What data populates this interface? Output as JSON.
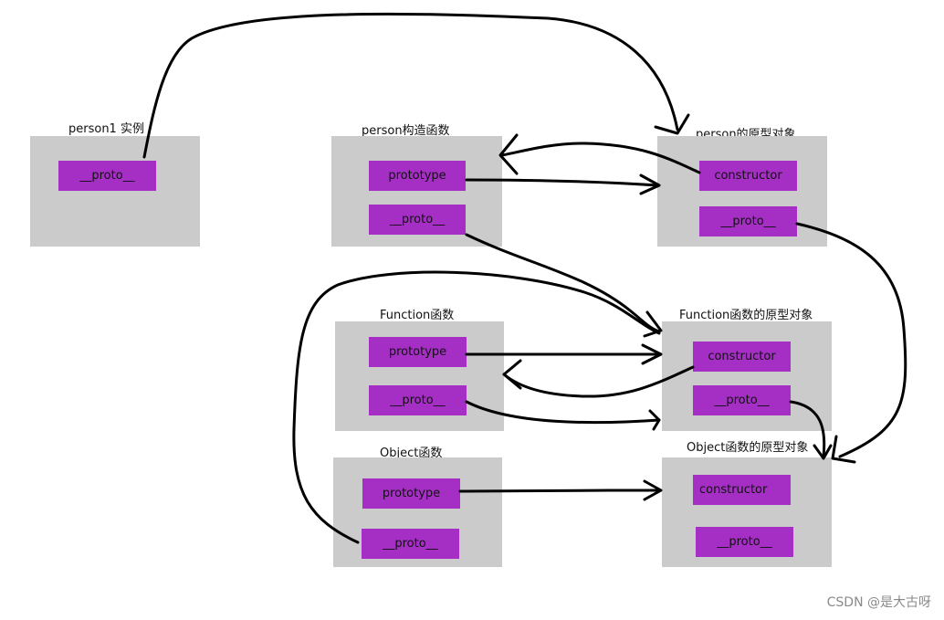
{
  "person1": {
    "title": "person1  实例",
    "proto": "__proto__"
  },
  "person_ctor": {
    "title": "person构造函数",
    "prototype": "prototype",
    "proto": "__proto__"
  },
  "person_proto_obj": {
    "title": "person的原型对象",
    "constructor": "constructor",
    "proto": "__proto__"
  },
  "function_ctor": {
    "title": "Function函数",
    "prototype": "prototype",
    "proto": "__proto__"
  },
  "function_proto_obj": {
    "title": "Function函数的原型对象",
    "constructor": "constructor",
    "proto": "__proto__"
  },
  "object_ctor": {
    "title": "Object函数",
    "prototype": "prototype",
    "proto": "__proto__"
  },
  "object_proto_obj": {
    "title": "Object函数的原型对象",
    "constructor": "constructor",
    "proto": "__proto__"
  },
  "watermark": "CSDN @是大古呀",
  "colors": {
    "box": "#cbcbcb",
    "slot": "#a52fc4",
    "arrow": "#000000"
  }
}
